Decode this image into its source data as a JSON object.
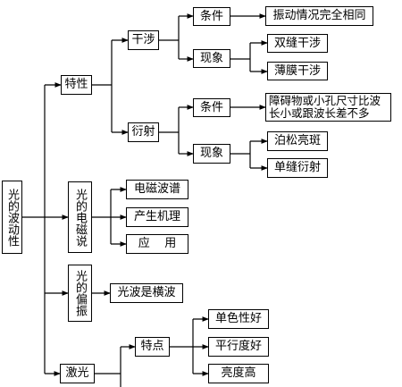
{
  "root": {
    "label": "光的波动性"
  },
  "branches": {
    "properties": {
      "label": "特性",
      "interference": {
        "label": "干涉",
        "condition": {
          "label": "条件",
          "detail": "振动情况完全相同"
        },
        "phenomena": {
          "label": "现象",
          "items": [
            "双缝干涉",
            "薄膜干涉"
          ]
        }
      },
      "diffraction": {
        "label": "衍射",
        "condition": {
          "label": "条件",
          "detail": "障碍物或小孔尺寸比波长小或跟波长差不多"
        },
        "phenomena": {
          "label": "现象",
          "items": [
            "泊松亮斑",
            "单缝衍射"
          ]
        }
      }
    },
    "em_theory": {
      "label": "光的电磁说",
      "items": [
        "电磁波谱",
        "产生机理",
        "应    用"
      ]
    },
    "polarization": {
      "label": "光的偏振",
      "detail": "光波是横波"
    },
    "laser": {
      "label": "激光",
      "features": {
        "label": "特点",
        "items": [
          "单色性好",
          "平行度好",
          "亮度高"
        ]
      }
    }
  }
}
